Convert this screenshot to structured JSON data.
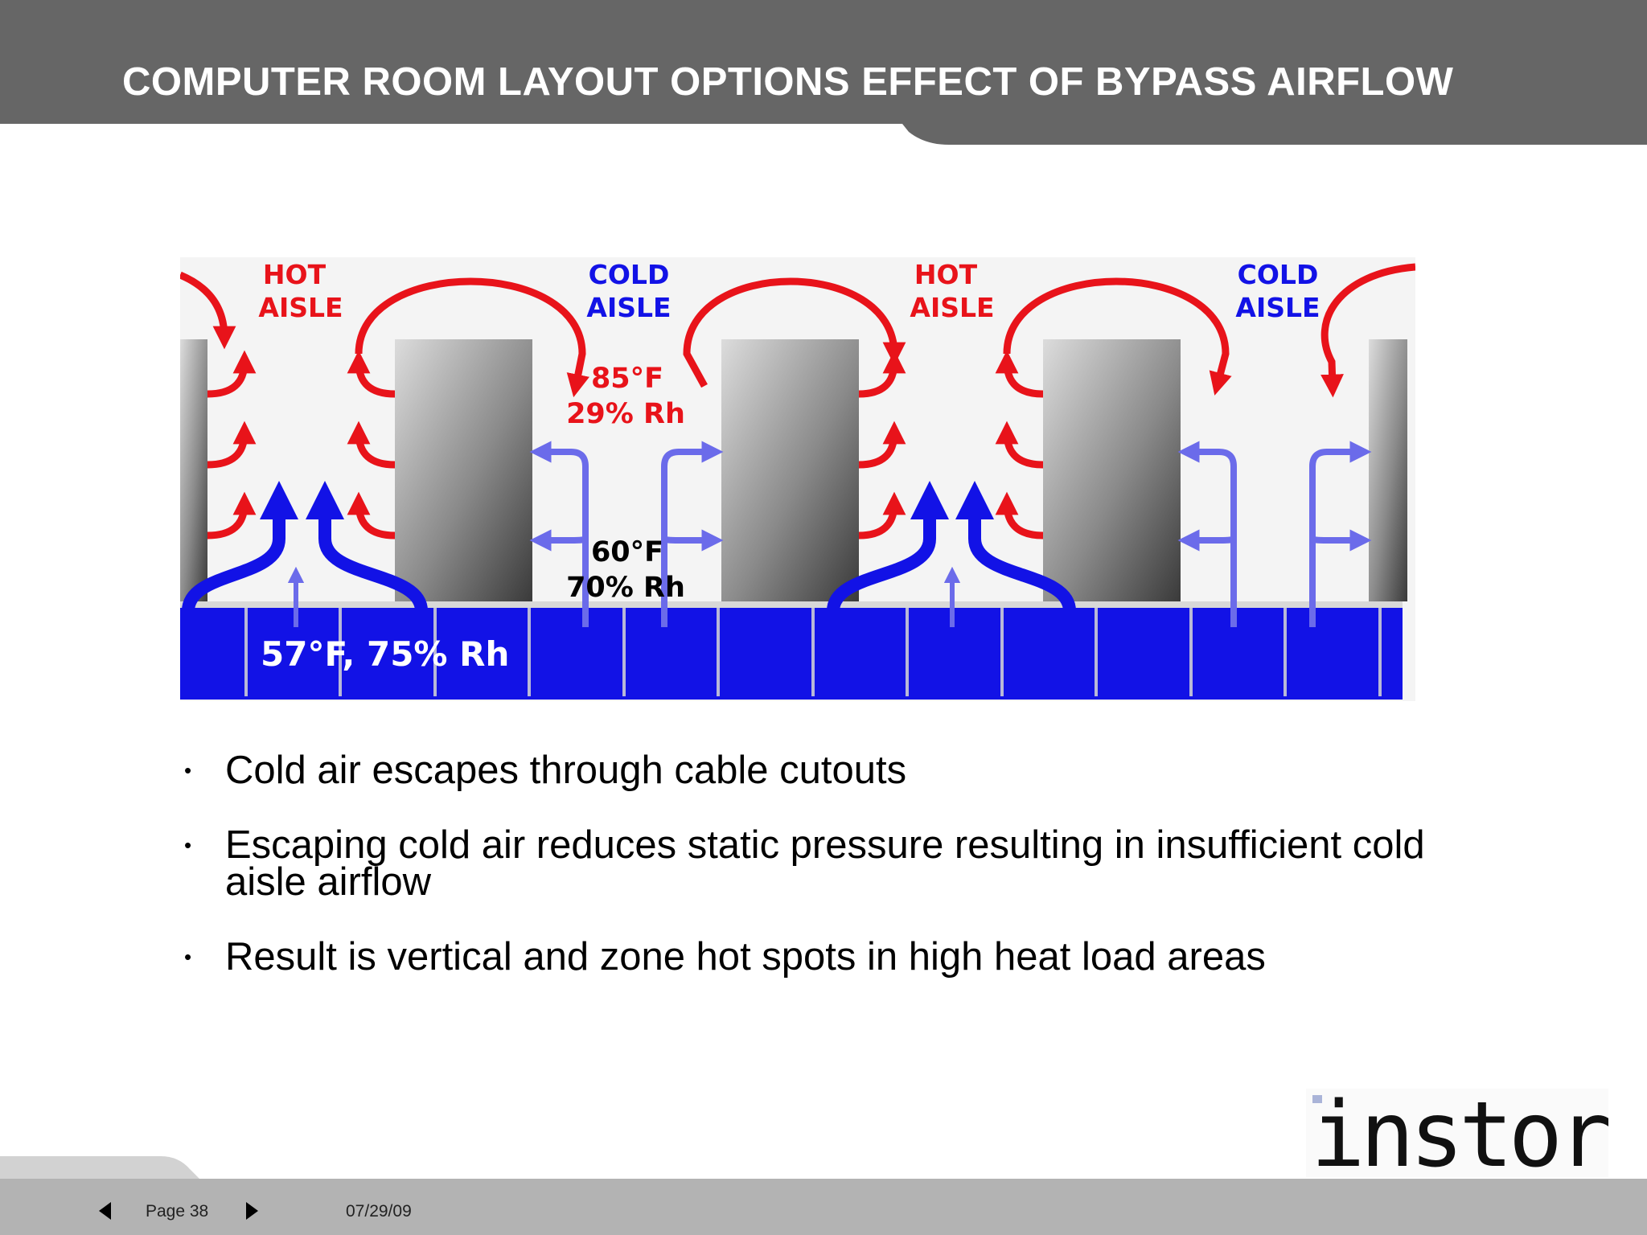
{
  "header": {
    "title": "COMPUTER ROOM LAYOUT OPTIONS EFFECT OF BYPASS AIRFLOW"
  },
  "diagram": {
    "aisle_labels": [
      {
        "line1": "HOT",
        "line2": "AISLE"
      },
      {
        "line1": "COLD",
        "line2": "AISLE"
      },
      {
        "line1": "HOT",
        "line2": "AISLE"
      },
      {
        "line1": "COLD",
        "line2": "AISLE"
      }
    ],
    "hot_temp": "85°F",
    "hot_rh": "29% Rh",
    "cold_temp": "60°F",
    "cold_rh": "70% Rh",
    "plenum_reading": "57°F, 75% Rh",
    "colors": {
      "hot": "#e8131a",
      "cold": "#1212e6",
      "bypass": "#6b6bea",
      "plenum": "#1212e6"
    }
  },
  "bullets": [
    "Cold air escapes through cable cutouts",
    "Escaping cold air reduces static pressure resulting in insufficient cold aisle airflow",
    "Result is vertical and zone hot spots in high heat load areas"
  ],
  "logo": {
    "text": "instor"
  },
  "footer": {
    "prev_icon": "triangle-left-icon",
    "page": "Page 38",
    "next_icon": "triangle-right-icon",
    "date": "07/29/09"
  }
}
